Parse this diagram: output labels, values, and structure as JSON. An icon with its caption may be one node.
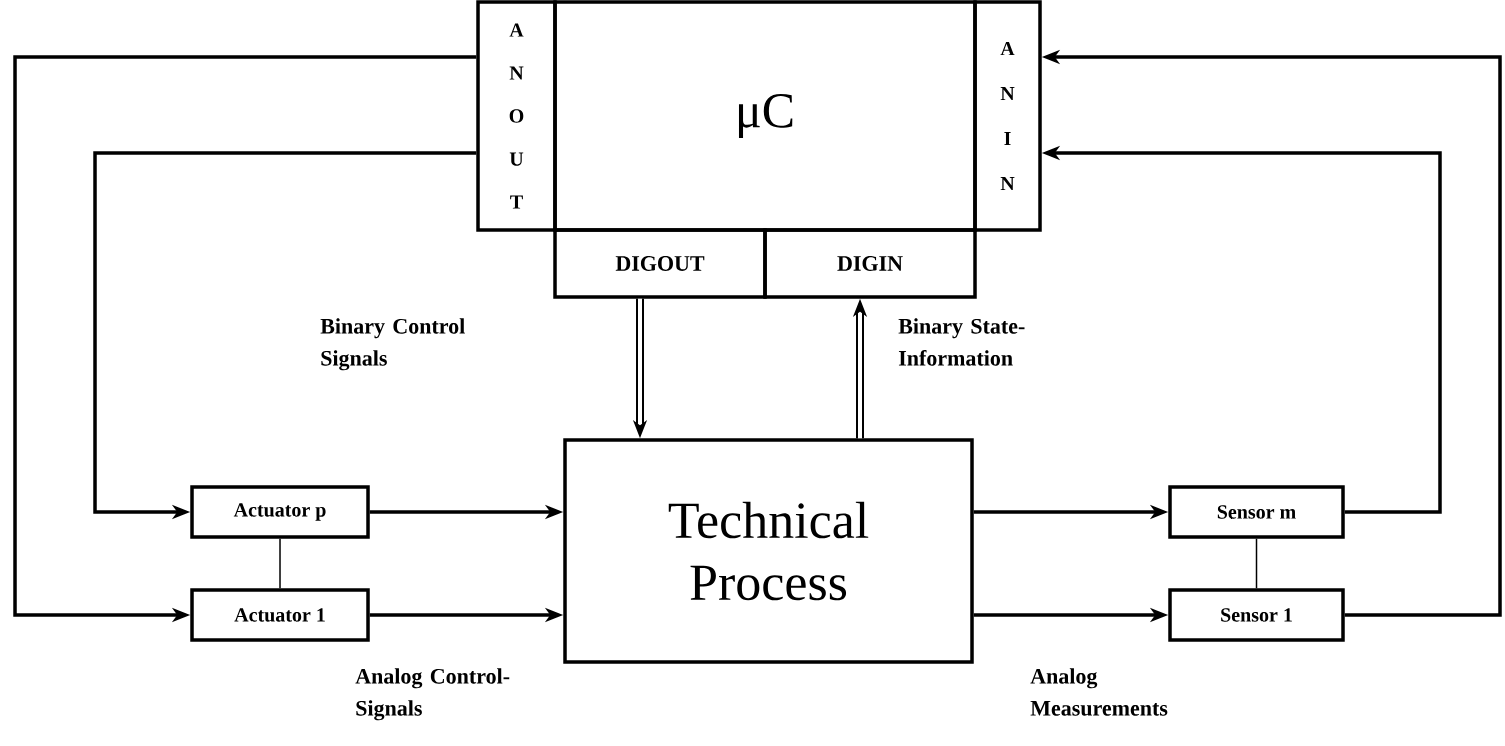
{
  "diagram": {
    "nodes": [
      {
        "text": [
          "A N O U T"
        ]
      },
      {
        "text": [
          "μC"
        ]
      },
      {
        "text": [
          "A N I N"
        ]
      },
      {
        "text": [
          "DIGOUT"
        ]
      },
      {
        "text": [
          "DIGIN"
        ]
      },
      {
        "text": [
          "Technical Process"
        ]
      },
      {
        "text": [
          "Actuator p"
        ]
      },
      {
        "text": [
          "Sensor m"
        ]
      },
      {
        "text": [
          "Actuator 1"
        ]
      },
      {
        "text": [
          "Sensor 1"
        ]
      }
    ],
    "edges": [
      {
        "from": 0,
        "to": 8,
        "arrow": "to"
      },
      {
        "from": 0,
        "to": 6,
        "arrow": "to"
      },
      {
        "from": 6,
        "to": 5,
        "arrow": "to"
      },
      {
        "from": 8,
        "to": 5,
        "arrow": "to"
      },
      {
        "from": 5,
        "to": 7,
        "arrow": "to"
      },
      {
        "from": 5,
        "to": 9,
        "arrow": "to"
      },
      {
        "from": 7,
        "to": 2,
        "arrow": "to"
      },
      {
        "from": 9,
        "to": 2,
        "arrow": "to"
      },
      {
        "from": 3,
        "to": 5,
        "arrow": "to",
        "style": "thick"
      },
      {
        "from": 5,
        "to": 4,
        "arrow": "to",
        "style": "thick"
      },
      {
        "from": 6,
        "to": 8,
        "arrow": "none"
      },
      {
        "from": 7,
        "to": 9,
        "arrow": "none"
      }
    ],
    "labels": [
      "Binary Control Signals",
      "Binary State-Information",
      "Analog Control-Signals",
      "Analog Measurements"
    ]
  }
}
